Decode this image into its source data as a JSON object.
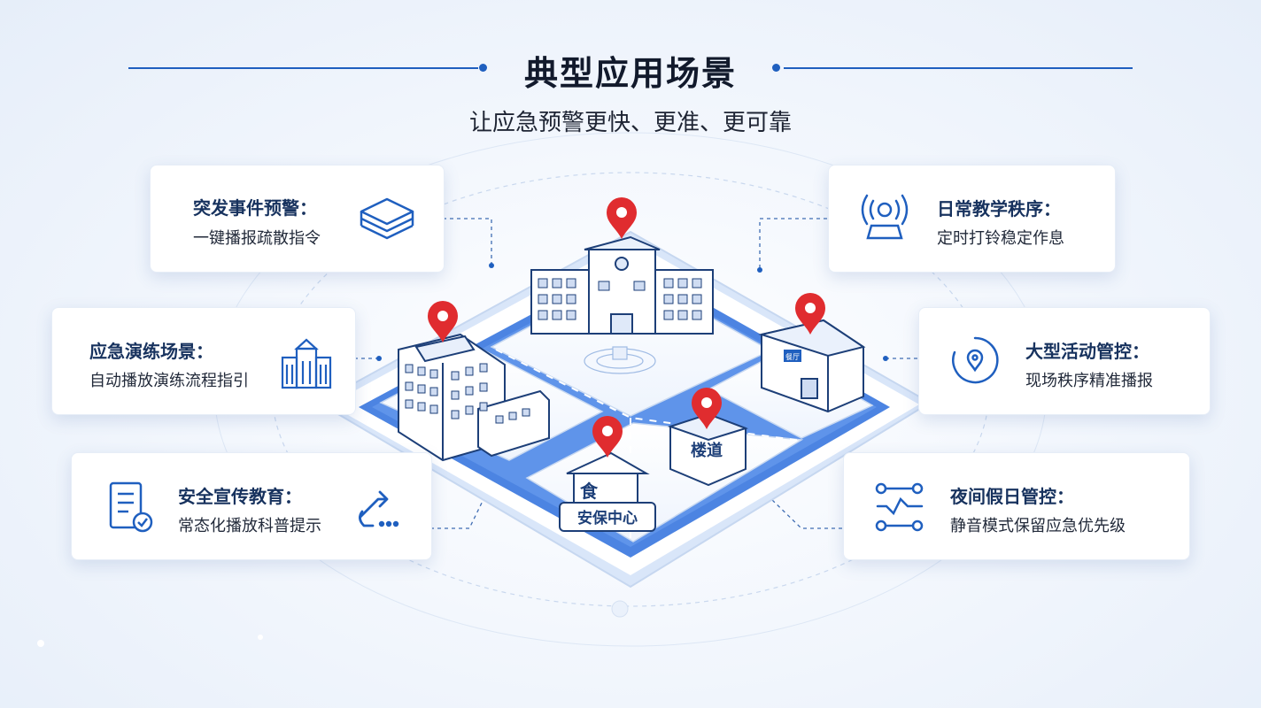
{
  "header": {
    "title": "典型应用场景",
    "subtitle": "让应急预警更快、更准、更可靠"
  },
  "cards": [
    {
      "id": "emergency-alert",
      "title": "突发事件预警：",
      "desc": "一键播报疏散指令",
      "icon": "stack-layers-icon"
    },
    {
      "id": "drill",
      "title": "应急演练场景：",
      "desc": "自动播放演练流程指引",
      "icon": "buildings-icon"
    },
    {
      "id": "safety-education",
      "title": "安全宣传教育：",
      "desc": "常态化播放科普提示",
      "icon": "document-check-icon"
    },
    {
      "id": "daily-teaching",
      "title": "日常教学秩序：",
      "desc": "定时打铃稳定作息",
      "icon": "broadcast-speaker-icon"
    },
    {
      "id": "large-event",
      "title": "大型活动管控：",
      "desc": "现场秩序精准播报",
      "icon": "location-target-icon"
    },
    {
      "id": "night-holiday",
      "title": "夜间假日管控：",
      "desc": "静音模式保留应急优先级",
      "icon": "sliders-icon"
    }
  ],
  "map": {
    "labels": {
      "stairway": "楼道",
      "canteen": "食",
      "security_center": "安保中心",
      "store_sign": "餐厅"
    }
  },
  "colors": {
    "accent": "#1f5fbf",
    "pin": "#e02c2f",
    "road": "#6b97e8",
    "card_title": "#17325e"
  }
}
